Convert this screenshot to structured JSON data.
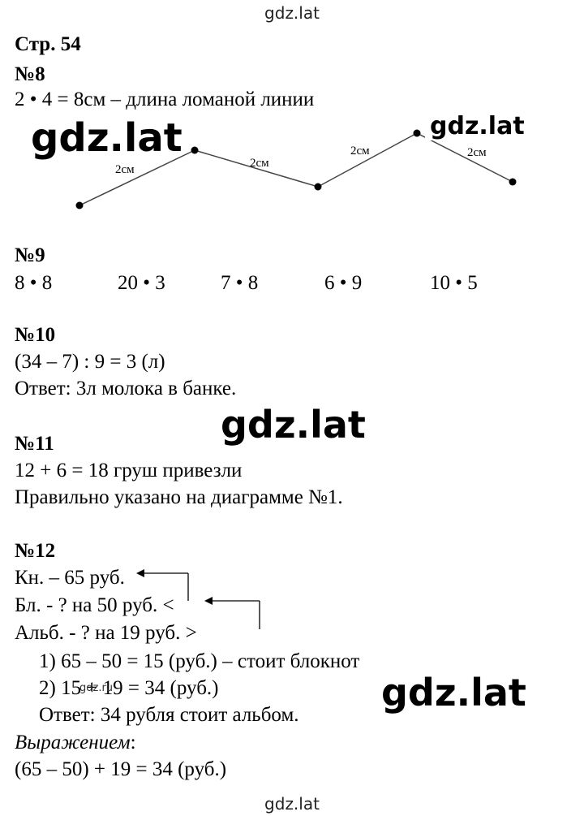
{
  "site_header": "gdz.lat",
  "site_footer": "gdz.lat",
  "page_title": "Стр. 54",
  "task8": {
    "number": "№8",
    "line": "2 • 4 = 8см – длина ломаной линии",
    "segment_labels": [
      "2см",
      "2см",
      "2см",
      "2см"
    ]
  },
  "task9": {
    "number": "№9",
    "expressions": [
      "8 • 8",
      "20 • 3",
      "7 • 8",
      "6 • 9",
      "10 • 5"
    ]
  },
  "task10": {
    "number": "№10",
    "line1": "(34 – 7) : 9 = 3 (л)",
    "line2": "Ответ: 3л молока в банке."
  },
  "task11": {
    "number": "№11",
    "line1": "12 + 6 = 18 груш привезли",
    "line2": "Правильно указано на диаграмме №1."
  },
  "task12": {
    "number": "№12",
    "lines": [
      "Кн. – 65 руб.",
      "Бл. - ? на 50 руб. <",
      "Альб. - ? на 19 руб. >",
      "1) 65 – 50 = 15 (руб.) – стоит блокнот",
      "2) 15 + 19 = 34 (руб.)",
      "Ответ: 34 рубля стоит альбом."
    ],
    "expression_label": "Выражением",
    "expression_colon": ":",
    "expression": "(65 – 50) + 19 = 34 (руб.)"
  },
  "watermarks": [
    "gdz.lat",
    "gdz.lat",
    "gdz.lat",
    "gdz.lat"
  ],
  "small_watermark": "gdz.ru"
}
